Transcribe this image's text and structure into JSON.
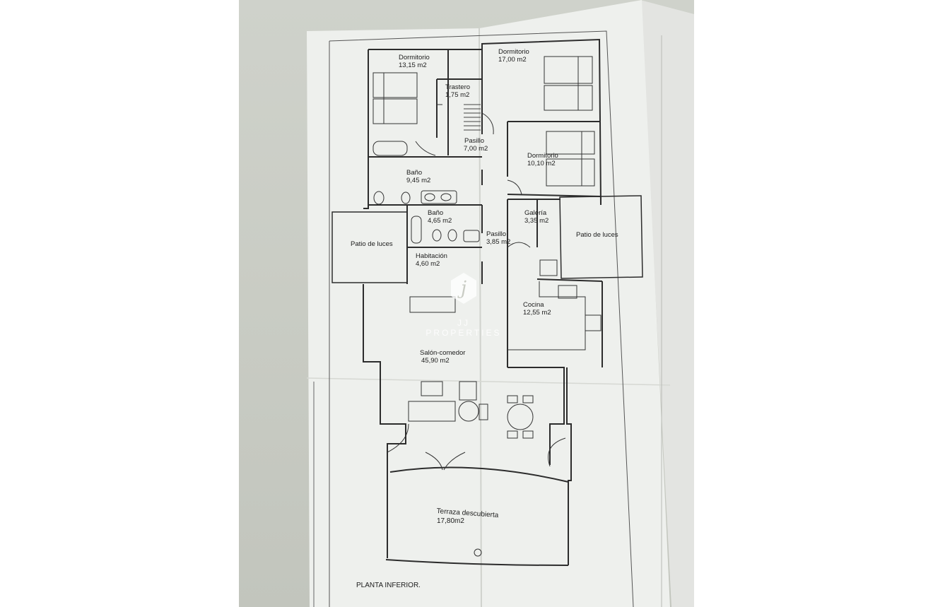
{
  "plan": {
    "rooms": [
      {
        "id": "dorm1",
        "name": "Dormitorio",
        "area": "13,15 m2"
      },
      {
        "id": "trastero",
        "name": "Trastero",
        "area": "1,75 m2"
      },
      {
        "id": "dorm2",
        "name": "Dormitorio",
        "area": "17,00 m2"
      },
      {
        "id": "pasillo1",
        "name": "Pasillo",
        "area": "7,00 m2"
      },
      {
        "id": "dorm3",
        "name": "Dormitorio",
        "area": "10,10 m2"
      },
      {
        "id": "bano1",
        "name": "Baño",
        "area": "9,45 m2"
      },
      {
        "id": "bano2",
        "name": "Baño",
        "area": "4,65 m2"
      },
      {
        "id": "galeria",
        "name": "Galería",
        "area": "3,35 m2"
      },
      {
        "id": "pasillo2",
        "name": "Pasillo",
        "area": "3,85 m2"
      },
      {
        "id": "habitacion",
        "name": "Habitación",
        "area": "4,60 m2"
      },
      {
        "id": "cocina",
        "name": "Cocina",
        "area": "12,55 m2"
      },
      {
        "id": "salon",
        "name": "Salón-comedor",
        "area": "45,90 m2"
      },
      {
        "id": "terraza",
        "name": "Terraza descubierta",
        "area": "17,80m2"
      }
    ],
    "patios": [
      "Patio de luces",
      "Patio de luces"
    ],
    "footer_label": "PLANTA INFERIOR."
  },
  "watermark": {
    "logo_letter": "j",
    "text": "JJ PROPERTIES"
  }
}
